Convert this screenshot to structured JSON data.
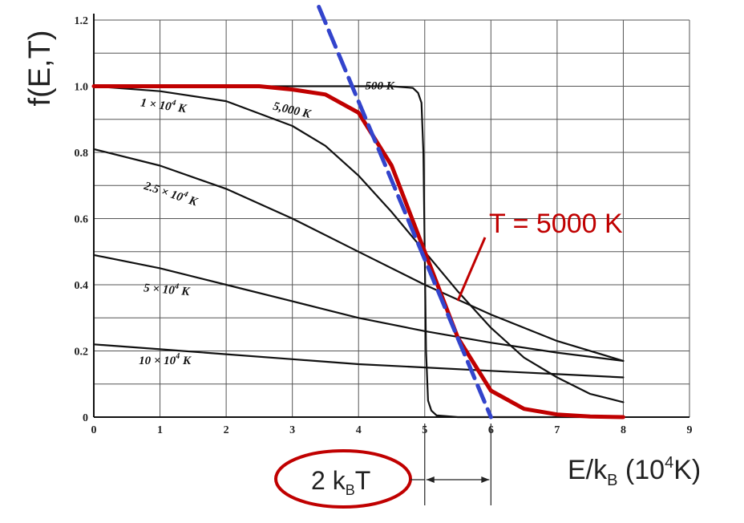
{
  "chart_data": {
    "type": "line",
    "ylabel": "f(E,T)",
    "xlabel_main": "E/k",
    "xlabel_sub": "B",
    "xlabel_open": " (10",
    "xlabel_sup": "4",
    "xlabel_close": "K)",
    "xlim": [
      0,
      9
    ],
    "ylim": [
      0,
      1.2
    ],
    "x_ticks": [
      "0",
      "1",
      "2",
      "3",
      "4",
      "5",
      "6",
      "7",
      "8",
      "9"
    ],
    "y_ticks": [
      "0",
      "0.2",
      "0.4",
      "0.6",
      "0.8",
      "1.0",
      "1.2"
    ],
    "grid": true,
    "series": [
      {
        "name": "500 K",
        "color": "#111111",
        "x": [
          0,
          4.5,
          4.82,
          4.9,
          4.95,
          4.98,
          5.02,
          5.05,
          5.1,
          5.18,
          5.5,
          8
        ],
        "y": [
          1.0,
          1.0,
          0.995,
          0.98,
          0.95,
          0.8,
          0.2,
          0.05,
          0.02,
          0.005,
          0.0,
          0.0
        ]
      },
      {
        "name": "5,000 K",
        "color": "#111111",
        "x": [
          0,
          2.5,
          3.0,
          3.5,
          4.0,
          4.5,
          5.0,
          5.5,
          6.0,
          6.5,
          7.0,
          7.5,
          8
        ],
        "y": [
          1.0,
          1.0,
          0.99,
          0.975,
          0.92,
          0.76,
          0.5,
          0.24,
          0.08,
          0.025,
          0.008,
          0.002,
          0.0
        ]
      },
      {
        "name": "1 × 10⁴ K",
        "color": "#111111",
        "x": [
          0,
          1,
          2,
          3,
          3.5,
          4,
          4.5,
          5,
          5.5,
          6,
          6.5,
          7,
          7.5,
          8
        ],
        "y": [
          1.0,
          0.985,
          0.955,
          0.88,
          0.82,
          0.73,
          0.62,
          0.5,
          0.38,
          0.27,
          0.18,
          0.12,
          0.07,
          0.045
        ]
      },
      {
        "name": "2.5 × 10⁴ K",
        "color": "#111111",
        "x": [
          0,
          1,
          2,
          3,
          4,
          5,
          6,
          7,
          8
        ],
        "y": [
          0.81,
          0.76,
          0.69,
          0.6,
          0.5,
          0.4,
          0.31,
          0.23,
          0.17
        ]
      },
      {
        "name": "5 × 10⁴ K",
        "color": "#111111",
        "x": [
          0,
          1,
          2,
          3,
          4,
          5,
          6,
          7,
          8
        ],
        "y": [
          0.49,
          0.45,
          0.4,
          0.35,
          0.3,
          0.26,
          0.225,
          0.195,
          0.17
        ]
      },
      {
        "name": "10 × 10⁴ K",
        "color": "#111111",
        "x": [
          0,
          1,
          2,
          3,
          4,
          5,
          6,
          7,
          8
        ],
        "y": [
          0.22,
          0.205,
          0.19,
          0.175,
          0.16,
          0.15,
          0.14,
          0.13,
          0.12
        ]
      },
      {
        "name": "",
        "color": "#c00000",
        "x": [
          0,
          2.5,
          3.0,
          3.5,
          4.0,
          4.5,
          5.0,
          5.5,
          6.0,
          6.5,
          7.0,
          7.5,
          8
        ],
        "y": [
          1.0,
          1.0,
          0.99,
          0.975,
          0.92,
          0.76,
          0.5,
          0.24,
          0.08,
          0.025,
          0.008,
          0.002,
          0.0
        ]
      }
    ],
    "tangent": {
      "x": [
        3.4,
        6.0
      ],
      "y": [
        1.24,
        0.0
      ],
      "color": "#3344cc"
    },
    "curve_labels": [
      {
        "text": "500 K",
        "x": 4.1,
        "y": 0.99,
        "rot": 0
      },
      {
        "text": "5,000 K",
        "x": 2.7,
        "y": 0.93,
        "rot": 13
      },
      {
        "text": "1 × 10",
        "sup": "4",
        "tail": " K",
        "x": 0.7,
        "y": 0.94,
        "rot": 8
      },
      {
        "text": "2.5 × 10",
        "sup": "4",
        "tail": " K",
        "x": 0.75,
        "y": 0.69,
        "rot": 18
      },
      {
        "text": "5 × 10",
        "sup": "4",
        "tail": " K",
        "x": 0.75,
        "y": 0.38,
        "rot": 5
      },
      {
        "text": "10 × 10",
        "sup": "4",
        "tail": " K",
        "x": 0.68,
        "y": 0.16,
        "rot": 0
      }
    ],
    "callout": {
      "text": "T = 5000 K",
      "color": "#c00000"
    },
    "width_label": {
      "main": "2 k",
      "sub": "B",
      "tail": "T"
    },
    "width_interval": [
      5.0,
      6.0
    ]
  }
}
